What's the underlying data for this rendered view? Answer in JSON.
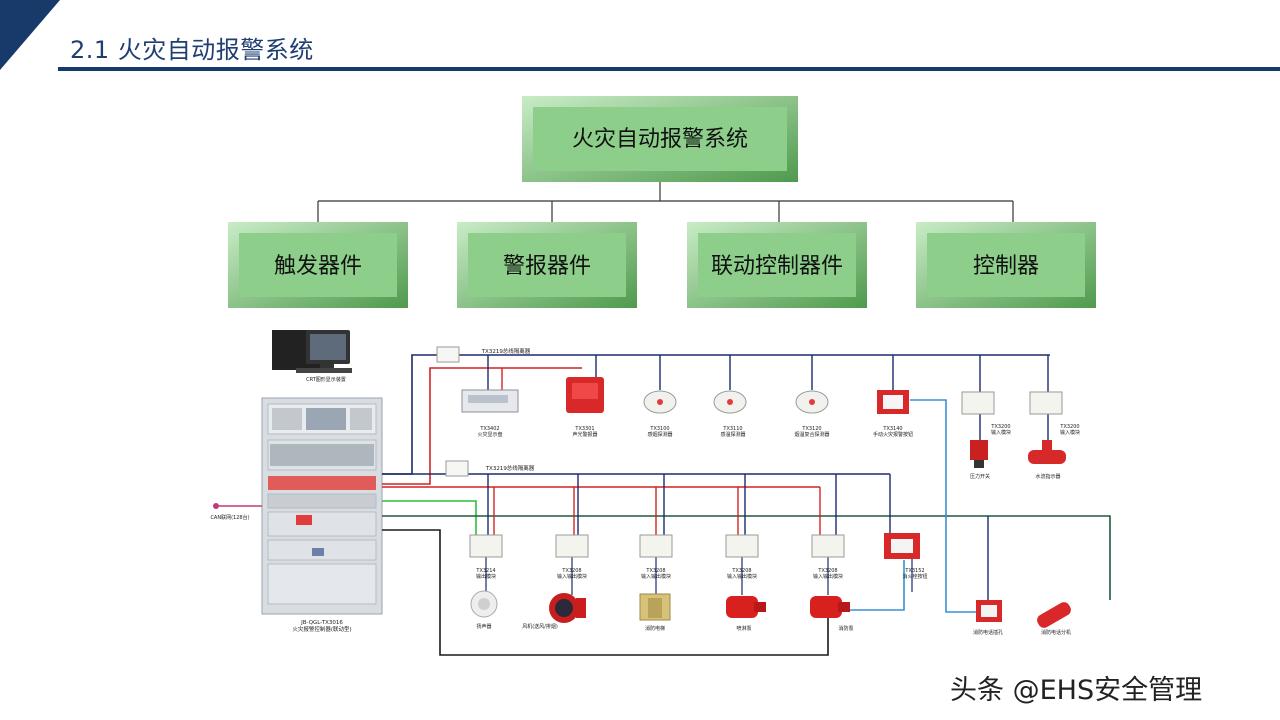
{
  "header": {
    "title": "2.1 火灾自动报警系统"
  },
  "tree": {
    "root": "火灾自动报警系统",
    "children": [
      "触发器件",
      "警报器件",
      "联动控制器件",
      "控制器"
    ]
  },
  "wiring": {
    "computer_label": "CRT图形显示装置",
    "panel_label_1": "JB-QGL-TX3016",
    "panel_label_2": "火灾报警控制器(联动型)",
    "can_label": "CAN联网(128台)",
    "bus_isolator_top": "TX3219总线隔离器",
    "bus_isolator_mid": "TX3219总线隔离器",
    "top_devices": [
      {
        "code": "TX3402",
        "name": "火灾显示盘"
      },
      {
        "code": "TX3301",
        "name": "声光警报器"
      },
      {
        "code": "TX3100",
        "name": "感烟探测器"
      },
      {
        "code": "TX3110",
        "name": "感温探测器"
      },
      {
        "code": "TX3120",
        "name": "烟温复合探测器"
      },
      {
        "code": "TX3140",
        "name": "手动火灾报警按钮"
      },
      {
        "code": "TX3200",
        "name": "输入模块"
      },
      {
        "code": "TX3200",
        "name": "输入模块"
      }
    ],
    "pressure_switch": "压力开关",
    "flow_indicator": "水流指示器",
    "bottom_modules": [
      {
        "code": "TX3214",
        "name": "输出模块"
      },
      {
        "code": "TX3208",
        "name": "输入输出模块"
      },
      {
        "code": "TX3208",
        "name": "输入输出模块"
      },
      {
        "code": "TX3208",
        "name": "输入输出模块"
      },
      {
        "code": "TX3208",
        "name": "输入输出模块"
      },
      {
        "code": "TX3152",
        "name": "消火栓按钮"
      }
    ],
    "bottom_devices": [
      "扬声器",
      "风机(送风/排烟)",
      "消防电梯",
      "喷淋泵",
      "消防泵"
    ],
    "phone_jack": "消防电话插孔",
    "phone_ext": "消防电话分机"
  },
  "watermark": "头条 @EHS安全管理",
  "colors": {
    "header_navy": "#173a6b",
    "node_fill": "#8dcf8a",
    "bus_blue": "#1c2a6e",
    "wire_red": "#d22424",
    "wire_green": "#2bbf3a",
    "wire_dark": "#1a1a1a",
    "wire_teal": "#1e5a3c",
    "wire_lightblue": "#3a8fd6"
  }
}
